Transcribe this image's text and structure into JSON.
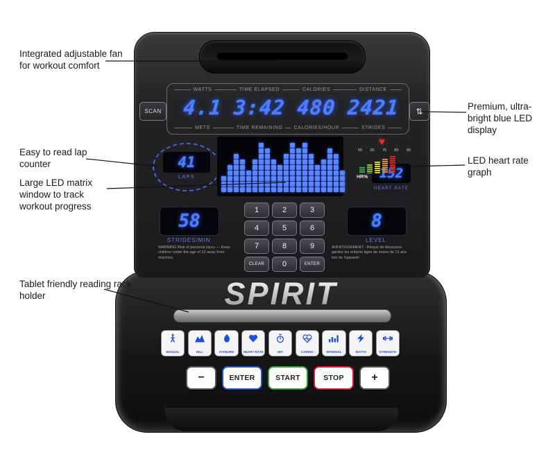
{
  "callouts": {
    "fan": "Integrated adjustable fan for workout comfort",
    "led_display": "Premium, ultra-bright blue LED display",
    "lap_counter": "Easy to read lap counter",
    "hr_graph": "LED heart rate graph",
    "matrix": "Large LED matrix window to track workout progress",
    "tablet_rack": "Tablet friendly reading rack holder"
  },
  "display": {
    "scan_label": "SCAN",
    "toggle_glyph": "⇅",
    "top_labels": [
      "WATTS",
      "TIME ELAPSED",
      "CALORIES",
      "DISTANCE"
    ],
    "values": [
      "4.1",
      "3:42",
      "480",
      "2421"
    ],
    "bottom_labels": [
      "METS",
      "TIME REMAINING",
      "CALORIES/HOUR",
      "STRIDES"
    ]
  },
  "laps": {
    "value": "41",
    "label": "LAPS"
  },
  "matrix": {
    "columns": [
      3,
      5,
      7,
      6,
      4,
      6,
      9,
      8,
      6,
      5,
      7,
      9,
      8,
      9,
      7,
      5,
      6,
      8,
      7,
      4
    ]
  },
  "heart": {
    "scale": [
      "55",
      "65",
      "75",
      "80",
      "90"
    ],
    "hr_label": "HR%",
    "value": "152",
    "label": "HEART RATE",
    "heart_glyph": "♥",
    "bars": [
      {
        "h": 9,
        "color": "#2fae3e"
      },
      {
        "h": 13,
        "color": "#8fc22e"
      },
      {
        "h": 17,
        "color": "#ddd22a"
      },
      {
        "h": 21,
        "color": "#e0921f"
      },
      {
        "h": 25,
        "color": "#d8271f"
      }
    ]
  },
  "strides": {
    "value": "58",
    "label": "STRIDES/MIN"
  },
  "level": {
    "value": "8",
    "label": "LEVEL"
  },
  "keypad": [
    "1",
    "2",
    "3",
    "4",
    "5",
    "6",
    "7",
    "8",
    "9",
    "CLEAR",
    "0",
    "ENTER"
  ],
  "warnings": {
    "left": "WARNING Risk of personal injury — Keep children under the age of 13 away from machine.",
    "right": "AVERTISSEMENT - Risque de blessures- gardez les enfants âgés de moins de 13 ans loin de l'appareil"
  },
  "brand": "SPIRIT",
  "programs": [
    {
      "label": "MANUAL"
    },
    {
      "label": "HILL"
    },
    {
      "label": "FATBURN"
    },
    {
      "label": "HEART RATE"
    },
    {
      "label": "HIIT"
    },
    {
      "label": "CARDIO"
    },
    {
      "label": "INTERVAL"
    },
    {
      "label": "WATTS"
    },
    {
      "label": "STRENGTH"
    }
  ],
  "controls": {
    "minus": "−",
    "enter": "ENTER",
    "start": "START",
    "stop": "STOP",
    "plus": "+"
  },
  "colors": {
    "led_blue": "#4f7dfc",
    "enter_blue": "#2255cc",
    "start_green": "#2a9d3a",
    "stop_red": "#cc2233",
    "icon_blue": "#1d4fd7"
  }
}
